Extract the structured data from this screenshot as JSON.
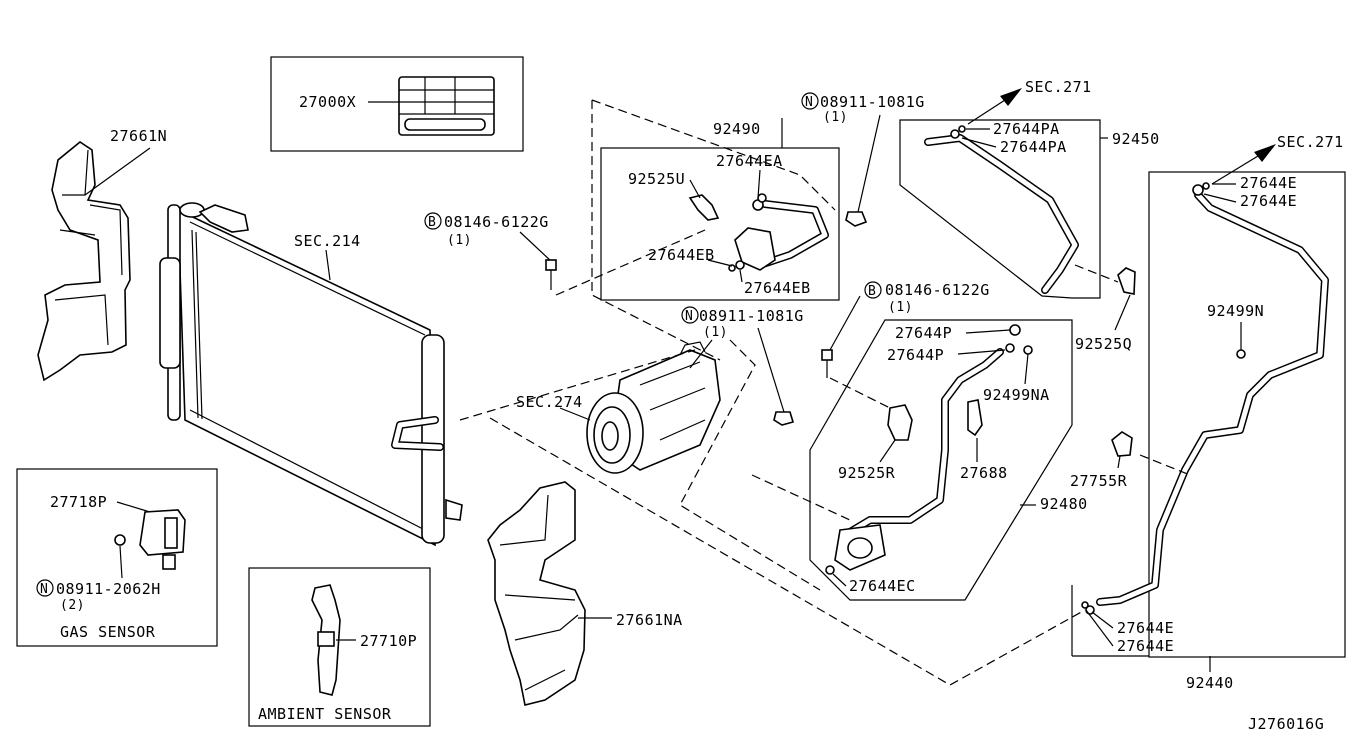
{
  "labels": {
    "p27000X": "27000X",
    "p27661N": "27661N",
    "sec214": "SEC.214",
    "bolt1": "08146-6122G",
    "bolt1_qty": "(1)",
    "p92490": "92490",
    "p27644EA": "27644EA",
    "p92525U": "92525U",
    "p27644EB_1": "27644EB",
    "p27644EB_2": "27644EB",
    "nut1": "08911-1081G",
    "nut1_qty": "(1)",
    "sec271_a": "SEC.271",
    "p27644PA_1": "27644PA",
    "p27644PA_2": "27644PA",
    "p92450": "92450",
    "sec271_b": "SEC.271",
    "p27644E_1": "27644E",
    "p27644E_2": "27644E",
    "bolt2": "08146-6122G",
    "bolt2_qty": "(1)",
    "nut2": "08911-1081G",
    "nut2_qty": "(1)",
    "sec274": "SEC.274",
    "p27644P_1": "27644P",
    "p27644P_2": "27644P",
    "p92499NA": "92499NA",
    "p92525Q": "92525Q",
    "p92499N": "92499N",
    "p92525R": "92525R",
    "p27688": "27688",
    "p27755R": "27755R",
    "p92480": "92480",
    "p27644EC": "27644EC",
    "p27644E_3": "27644E",
    "p27644E_4": "27644E",
    "p92440": "92440",
    "p27718P": "27718P",
    "nut3": "08911-2062H",
    "nut3_qty": "(2)",
    "gas_sensor": "GAS SENSOR",
    "p27710P": "27710P",
    "ambient_sensor": "AMBIENT SENSOR",
    "p27661NA": "27661NA",
    "diagram_id": "J276016G"
  },
  "markers": {
    "bolt": "B",
    "nut": "N"
  }
}
